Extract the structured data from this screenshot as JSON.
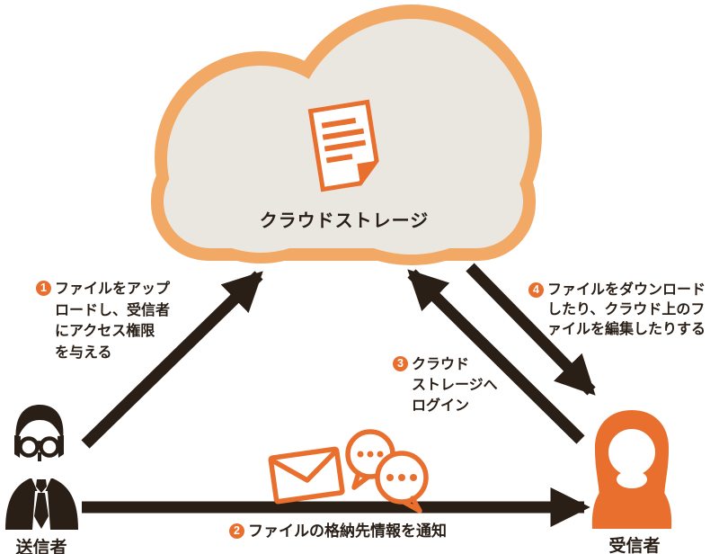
{
  "cloud": {
    "label": "クラウドストレージ"
  },
  "steps": [
    {
      "num": "1",
      "lines": [
        "ファイルをアップ",
        "ロードし、受信者",
        "にアクセス権限",
        "を与える"
      ]
    },
    {
      "num": "2",
      "lines": [
        "ファイルの格納先情報を通知"
      ]
    },
    {
      "num": "3",
      "lines": [
        "クラウド",
        "ストレージへ",
        "ログイン"
      ]
    },
    {
      "num": "4",
      "lines": [
        "ファイルをダウンロード",
        "したり、クラウド上のフ",
        "ァイルを編集したりする"
      ]
    }
  ],
  "actors": {
    "sender": "送信者",
    "receiver": "受信者"
  },
  "icons": {
    "cloud": "cloud-shape",
    "document": "document-icon",
    "mail": "envelope-icon",
    "chat": "chat-bubbles-icon",
    "sender": "male-person-icon",
    "receiver": "female-person-icon"
  },
  "colors": {
    "orange": "#e86f2e",
    "cloud_border": "#f3a966",
    "cloud_fill": "#eae7e1",
    "ink": "#2a1f17"
  }
}
